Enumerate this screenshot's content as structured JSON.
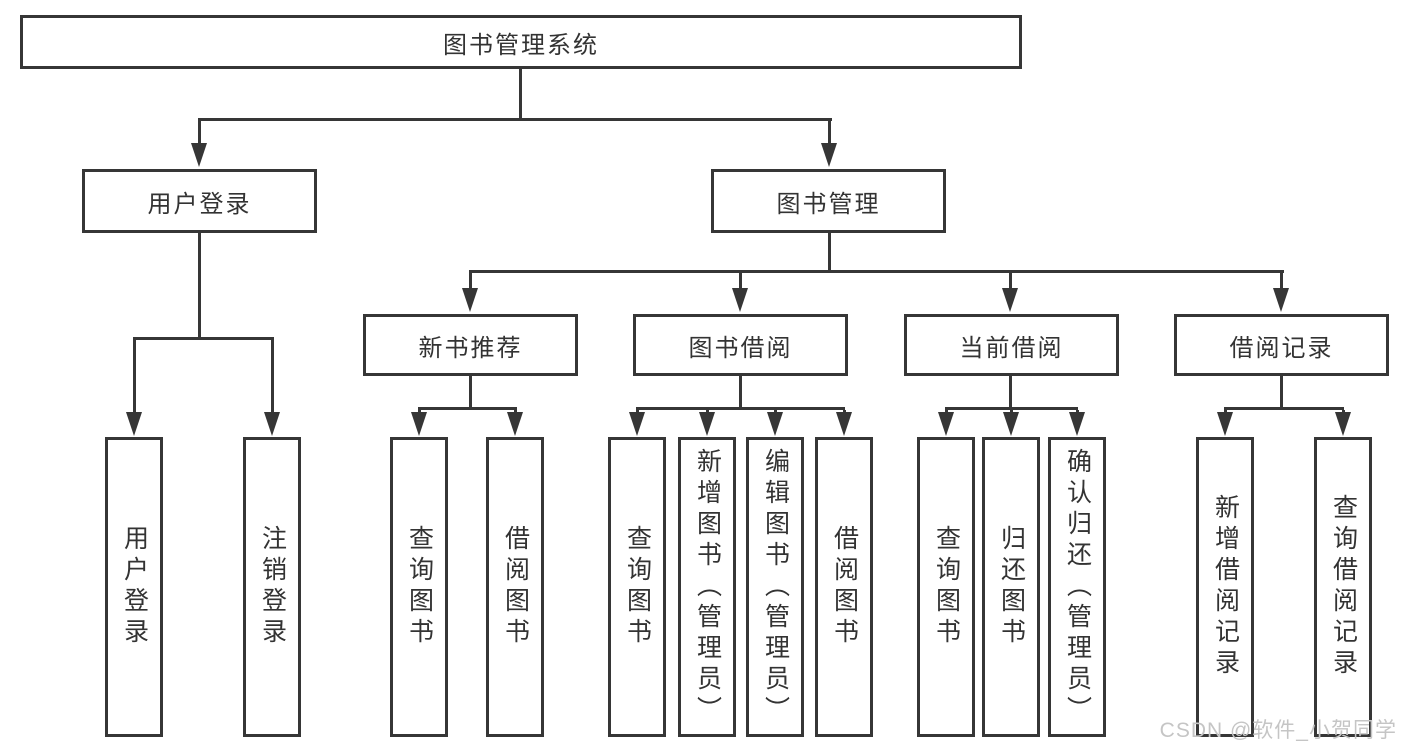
{
  "diagram": {
    "colors": {
      "line": "#363636",
      "text": "#333333",
      "background": "#ffffff",
      "watermark": "#c5c5c5"
    },
    "watermark": {
      "text": "CSDN @软件_小贺同学"
    },
    "tree": {
      "label": "图书管理系统",
      "children": [
        {
          "label": "用户登录",
          "children": [
            {
              "label": "用户登录"
            },
            {
              "label": "注销登录"
            }
          ]
        },
        {
          "label": "图书管理",
          "children": [
            {
              "label": "新书推荐",
              "children": [
                {
                  "label": "查询图书"
                },
                {
                  "label": "借阅图书"
                }
              ]
            },
            {
              "label": "图书借阅",
              "children": [
                {
                  "label": "查询图书"
                },
                {
                  "label": "新增图书（管理员）"
                },
                {
                  "label": "编辑图书（管理员）"
                },
                {
                  "label": "借阅图书"
                }
              ]
            },
            {
              "label": "当前借阅",
              "children": [
                {
                  "label": "查询图书"
                },
                {
                  "label": "归还图书"
                },
                {
                  "label": "确认归还（管理员）"
                }
              ]
            },
            {
              "label": "借阅记录",
              "children": [
                {
                  "label": "新增借阅记录"
                },
                {
                  "label": "查询借阅记录"
                }
              ]
            }
          ]
        }
      ]
    }
  }
}
